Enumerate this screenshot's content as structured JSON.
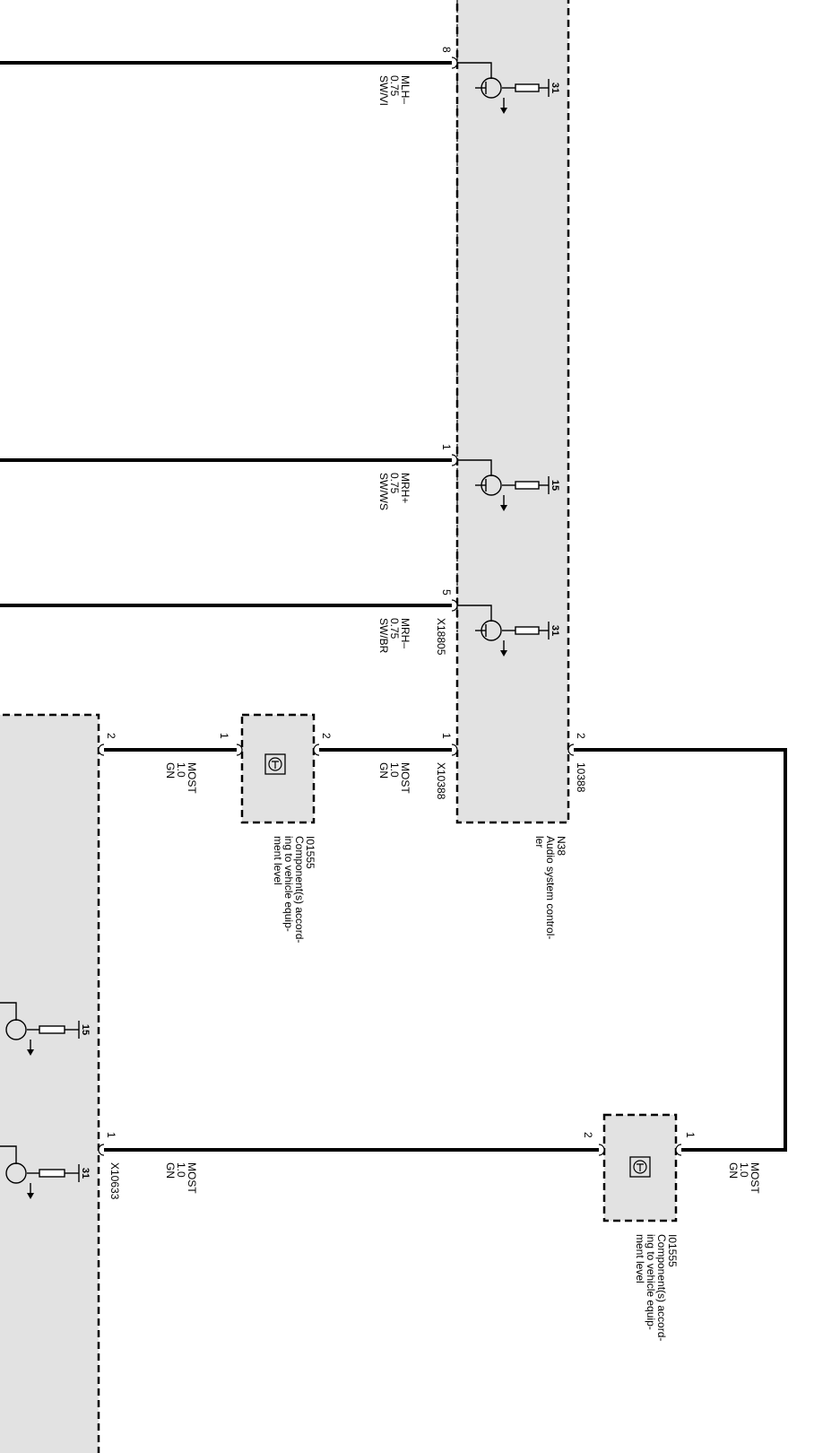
{
  "colors": {
    "module_fill": "#e2e2e2",
    "line": "#000000",
    "background": "#ffffff"
  },
  "n38": {
    "id": "N38",
    "name_line1": "Audio system  control-",
    "name_line2": "ler",
    "connector_x18805": "X18805",
    "connector_x10388": "X10388",
    "connector_10388": "10388"
  },
  "wires": {
    "mlh_minus": {
      "pin": "8",
      "signal": "MLH–",
      "size": "0.75",
      "color": "SW/VI",
      "ground": "31"
    },
    "mrh_plus": {
      "pin": "1",
      "signal": "MRH+",
      "size": "0.75",
      "color": "SW/WS",
      "ground": "15"
    },
    "mrh_minus": {
      "pin": "5",
      "signal": "MRH–",
      "size": "0.75",
      "color": "SW/BR",
      "ground": "31"
    }
  },
  "most": {
    "upper_left": {
      "signal": "MOST",
      "size": "1.0",
      "color": "GN",
      "pin_module": "2",
      "pin_comp_left": "1"
    },
    "upper_mid": {
      "signal": "MOST",
      "size": "1.0",
      "color": "GN",
      "pin_comp_right": "2",
      "pin_n38": "1"
    },
    "n38_out": {
      "pin": "2"
    },
    "lower_left": {
      "signal": "MOST",
      "size": "1.0",
      "color": "GN",
      "pin_module": "1",
      "pin_comp": "2",
      "connector": "X10633"
    },
    "lower_right": {
      "signal": "MOST",
      "size": "1.0",
      "color": "GN",
      "pin_comp": "1"
    }
  },
  "component_upper": {
    "id": "I01555",
    "line1": "Component(s) accord-",
    "line2": "ing to vehicle equip-",
    "line3": "ment level"
  },
  "component_lower": {
    "id": "I01555",
    "line1": "Component(s) accord-",
    "line2": "ing to vehicle equip-",
    "line3": "ment level"
  },
  "left_module": {
    "ground_15": "15",
    "ground_31": "31"
  }
}
